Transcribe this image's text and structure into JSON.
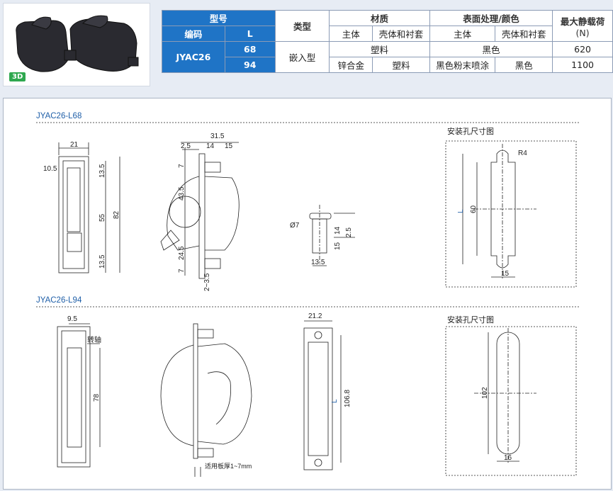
{
  "photo": {
    "badge": "3D"
  },
  "table": {
    "h_model": "型号",
    "h_code": "编码",
    "h_L": "L",
    "h_type": "类型",
    "h_material": "材质",
    "h_finish": "表面处理/颜色",
    "h_load": "最大静载荷",
    "h_load_unit": "(N)",
    "h_main": "主体",
    "h_shell": "壳体和衬套",
    "h_main2": "主体",
    "h_shell2": "壳体和衬套",
    "code": "JYAC26",
    "type": "嵌入型",
    "rows": [
      {
        "L": "68",
        "mat": "塑料",
        "finish": "黑色",
        "load": "620"
      },
      {
        "L": "94",
        "mat_main": "锌合金",
        "mat_shell": "塑料",
        "finish_main": "黑色粉末喷涂",
        "finish_shell": "黑色",
        "load": "1100"
      }
    ]
  },
  "drawing": {
    "sec1": "JYAC26-L68",
    "sec2": "JYAC26-L94",
    "hole1": "安装孔尺寸图",
    "hole2": "安装孔尺寸图",
    "d21": "21",
    "d10_5": "10.5",
    "d13_5a": "13.5",
    "d55": "55",
    "d82": "82",
    "d13_5b": "13.5",
    "d31_5": "31.5",
    "d2_5": "2.5",
    "d14": "14",
    "d15": "15",
    "d7a": "7",
    "d43_5": "43.5",
    "d24_5": "24.5",
    "d7b": "7",
    "d2_3_5": "2~3.5",
    "dphi7": "Ø7",
    "d14b": "14",
    "d2_5b": "2.5",
    "d15b": "15",
    "d13_5c": "13.5",
    "hL": "L",
    "h60": "60",
    "hR4": "R4",
    "h15": "15",
    "d9_5": "9.5",
    "shaft": "转轴",
    "d78": "78",
    "d21_2": "21.2",
    "dL2": "L",
    "d106_8": "106.8",
    "plate": "适用板厚1~7mm",
    "h102": "102",
    "h16": "16"
  }
}
